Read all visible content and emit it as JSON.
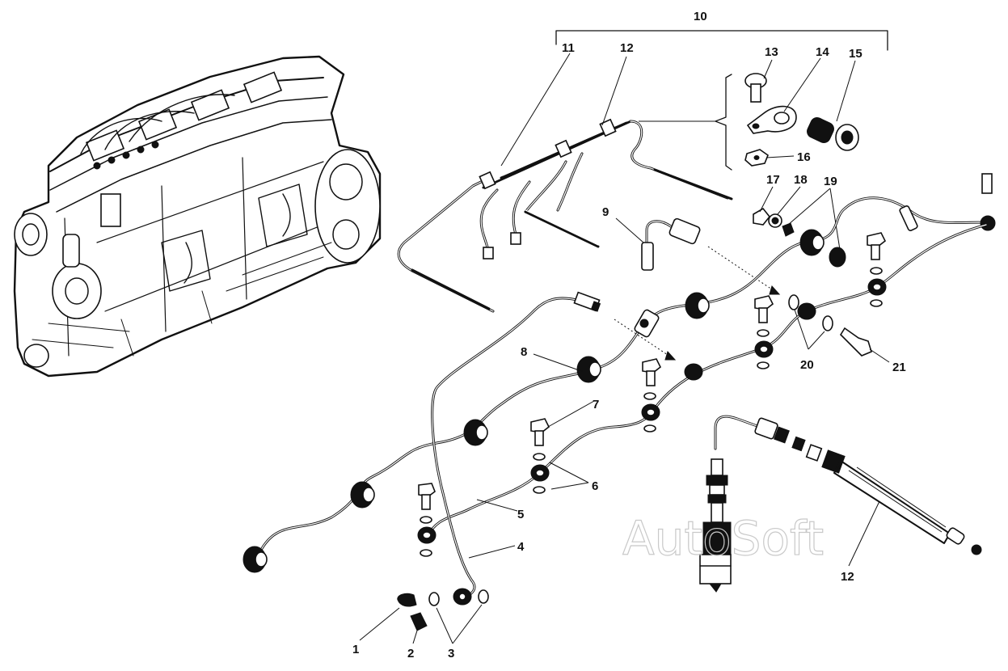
{
  "diagram": {
    "labels": [
      {
        "id": "l1",
        "text": "1"
      },
      {
        "id": "l2",
        "text": "2"
      },
      {
        "id": "l3",
        "text": "3"
      },
      {
        "id": "l4",
        "text": "4"
      },
      {
        "id": "l5",
        "text": "5"
      },
      {
        "id": "l6",
        "text": "6"
      },
      {
        "id": "l7",
        "text": "7"
      },
      {
        "id": "l8",
        "text": "8"
      },
      {
        "id": "l9",
        "text": "9"
      },
      {
        "id": "l10",
        "text": "10"
      },
      {
        "id": "l11",
        "text": "11"
      },
      {
        "id": "l12a",
        "text": "12"
      },
      {
        "id": "l12b",
        "text": "12"
      },
      {
        "id": "l13",
        "text": "13"
      },
      {
        "id": "l14",
        "text": "14"
      },
      {
        "id": "l15",
        "text": "15"
      },
      {
        "id": "l16",
        "text": "16"
      },
      {
        "id": "l17",
        "text": "17"
      },
      {
        "id": "l18",
        "text": "18"
      },
      {
        "id": "l19",
        "text": "19"
      },
      {
        "id": "l20",
        "text": "20"
      },
      {
        "id": "l21",
        "text": "21"
      }
    ],
    "watermark": "AutoSoft"
  }
}
